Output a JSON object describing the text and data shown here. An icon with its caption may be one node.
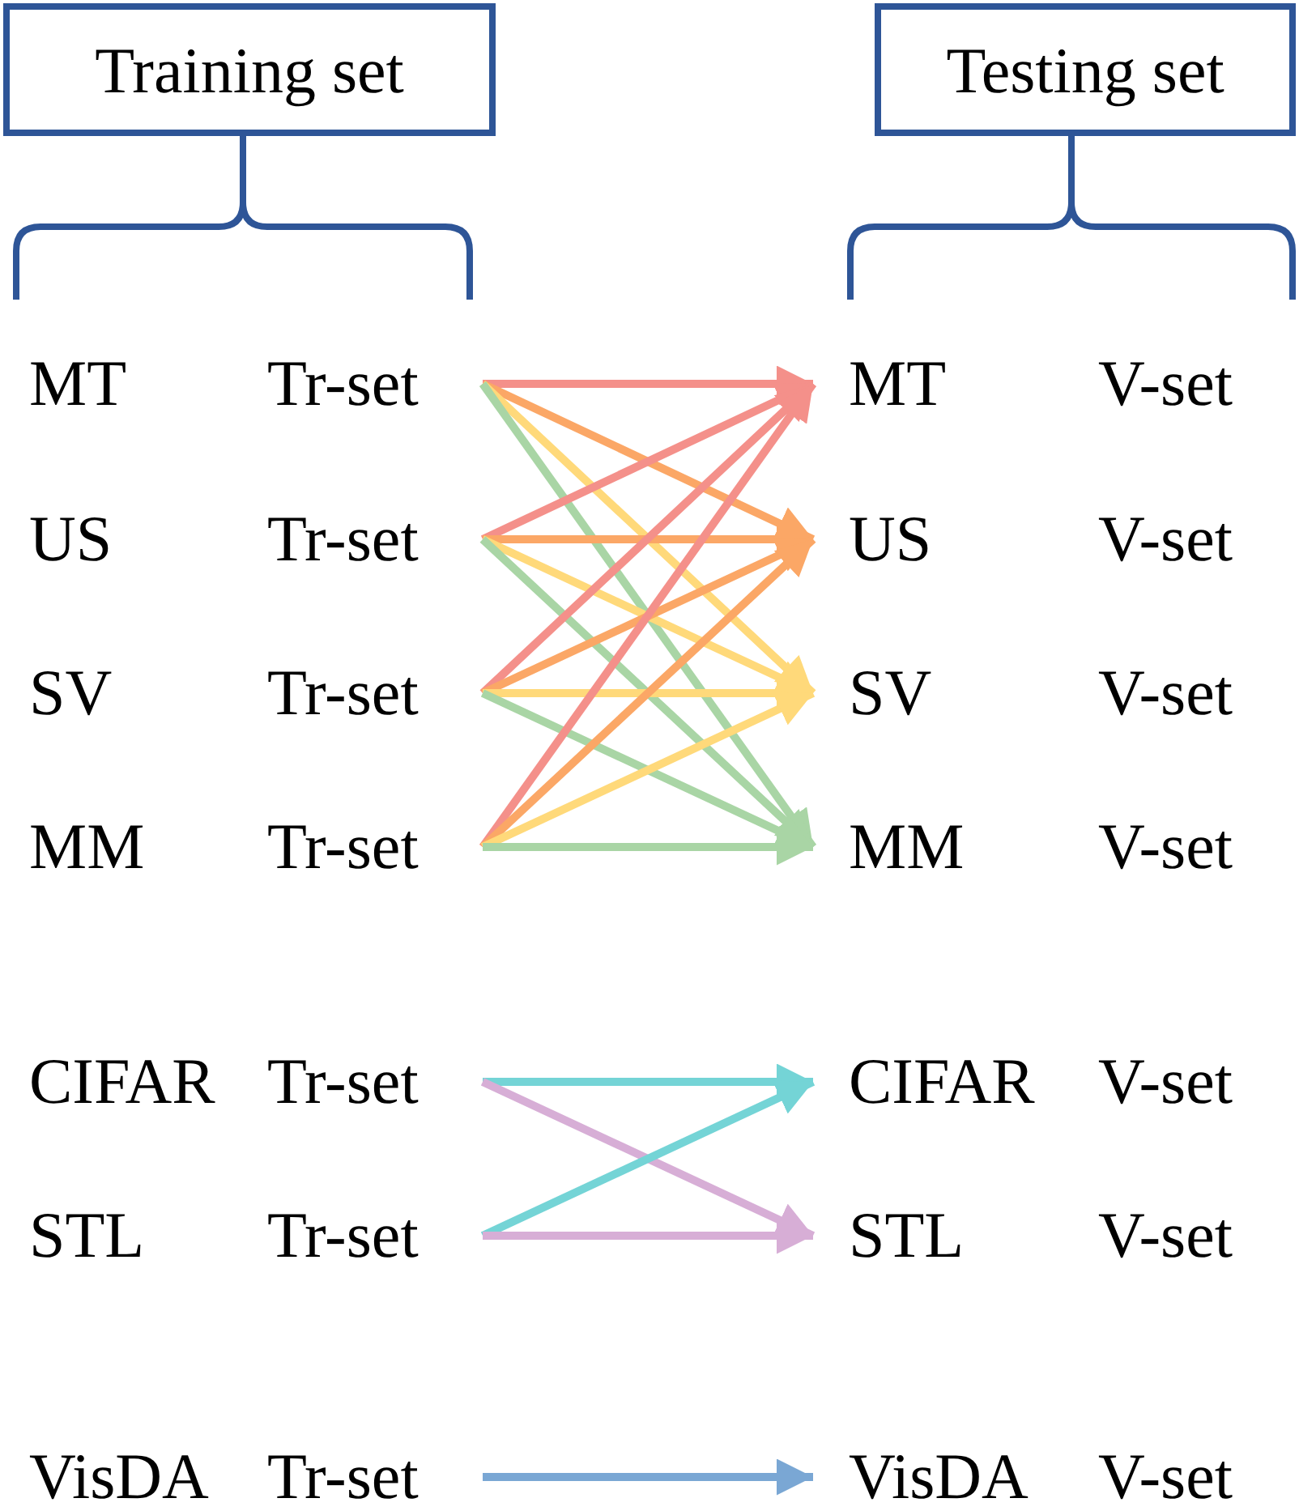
{
  "diagram": {
    "nodes": [
      {
        "text": [
          "Training set"
        ]
      },
      {
        "text": [
          "Testing set"
        ]
      },
      {
        "text": [
          "MT",
          "Tr-set"
        ]
      },
      {
        "text": [
          "US",
          "Tr-set"
        ]
      },
      {
        "text": [
          "SV",
          "Tr-set"
        ]
      },
      {
        "text": [
          "MM",
          "Tr-set"
        ]
      },
      {
        "text": [
          "CIFAR",
          "Tr-set"
        ]
      },
      {
        "text": [
          "STL",
          "Tr-set"
        ]
      },
      {
        "text": [
          "VisDA",
          "Tr-set"
        ]
      },
      {
        "text": [
          "MT",
          "V-set"
        ]
      },
      {
        "text": [
          "US",
          "V-set"
        ]
      },
      {
        "text": [
          "SV",
          "V-set"
        ]
      },
      {
        "text": [
          "MM",
          "V-set"
        ]
      },
      {
        "text": [
          "CIFAR",
          "V-set"
        ]
      },
      {
        "text": [
          "STL",
          "V-set"
        ]
      },
      {
        "text": [
          "VisDA",
          "V-set"
        ]
      }
    ],
    "edges": [
      {
        "from": 2,
        "to": 9,
        "arrow": "to",
        "color": "#f4908a"
      },
      {
        "from": 2,
        "to": 10,
        "arrow": "to",
        "color": "#fba766"
      },
      {
        "from": 2,
        "to": 11,
        "arrow": "to",
        "color": "#ffd97a"
      },
      {
        "from": 2,
        "to": 12,
        "arrow": "to",
        "color": "#a9d5a5"
      },
      {
        "from": 3,
        "to": 9,
        "arrow": "to",
        "color": "#f4908a"
      },
      {
        "from": 3,
        "to": 10,
        "arrow": "to",
        "color": "#fba766"
      },
      {
        "from": 3,
        "to": 11,
        "arrow": "to",
        "color": "#ffd97a"
      },
      {
        "from": 3,
        "to": 12,
        "arrow": "to",
        "color": "#a9d5a5"
      },
      {
        "from": 4,
        "to": 9,
        "arrow": "to",
        "color": "#f4908a"
      },
      {
        "from": 4,
        "to": 10,
        "arrow": "to",
        "color": "#fba766"
      },
      {
        "from": 4,
        "to": 11,
        "arrow": "to",
        "color": "#ffd97a"
      },
      {
        "from": 4,
        "to": 12,
        "arrow": "to",
        "color": "#a9d5a5"
      },
      {
        "from": 5,
        "to": 9,
        "arrow": "to",
        "color": "#f4908a"
      },
      {
        "from": 5,
        "to": 10,
        "arrow": "to",
        "color": "#fba766"
      },
      {
        "from": 5,
        "to": 11,
        "arrow": "to",
        "color": "#ffd97a"
      },
      {
        "from": 5,
        "to": 12,
        "arrow": "to",
        "color": "#a9d5a5"
      },
      {
        "from": 6,
        "to": 13,
        "arrow": "to",
        "color": "#74d4d6"
      },
      {
        "from": 6,
        "to": 14,
        "arrow": "to",
        "color": "#d7aed6"
      },
      {
        "from": 7,
        "to": 13,
        "arrow": "to",
        "color": "#74d4d6"
      },
      {
        "from": 7,
        "to": 14,
        "arrow": "to",
        "color": "#d7aed6"
      },
      {
        "from": 8,
        "to": 15,
        "arrow": "to",
        "color": "#7aa7d4"
      }
    ]
  }
}
